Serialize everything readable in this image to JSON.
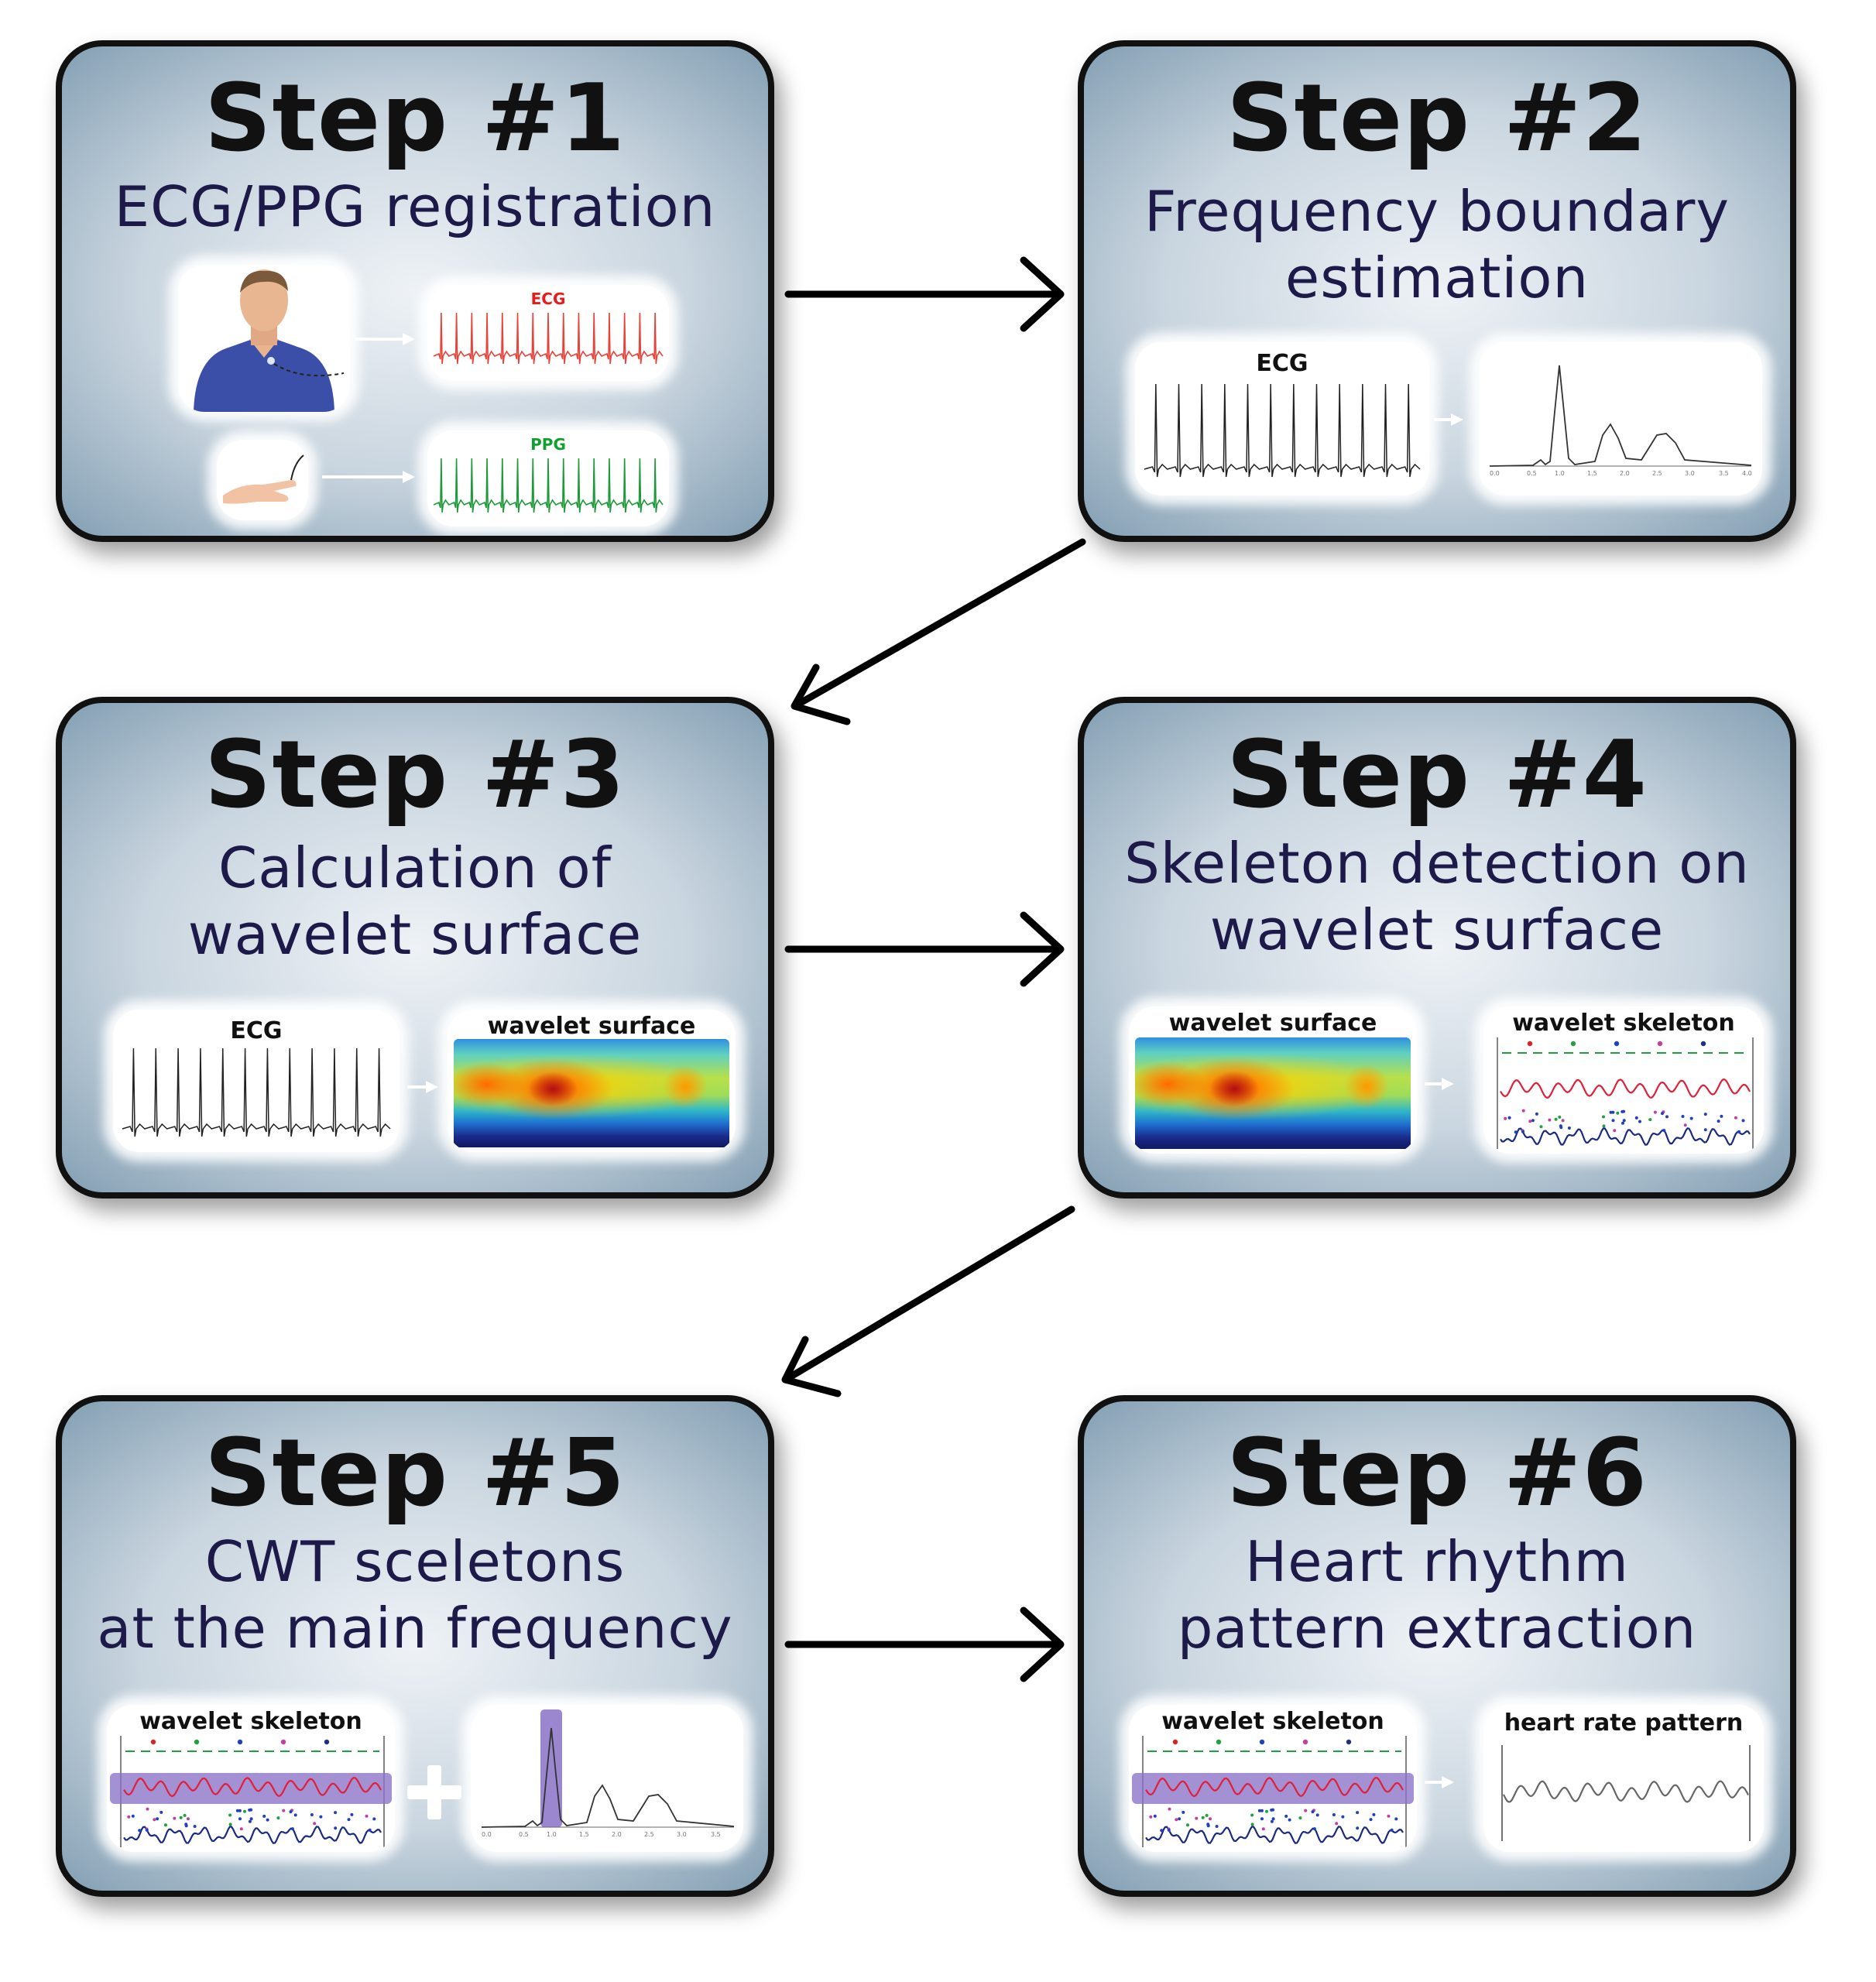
{
  "steps": [
    {
      "title": "Step #1",
      "subtitle": "ECG/PPG registration",
      "labels": {
        "ecg": "ECG",
        "ppg": "PPG"
      }
    },
    {
      "title": "Step #2",
      "subtitle": "Frequency boundary\nestimation",
      "labels": {
        "ecg": "ECG"
      }
    },
    {
      "title": "Step #3",
      "subtitle": "Calculation of\nwavelet surface",
      "labels": {
        "ecg": "ECG",
        "surface": "wavelet surface"
      }
    },
    {
      "title": "Step #4",
      "subtitle": "Skeleton detection on\nwavelet surface",
      "labels": {
        "surface": "wavelet surface",
        "skeleton": "wavelet skeleton"
      }
    },
    {
      "title": "Step #5",
      "subtitle": "CWT sceletons\nat the main frequency",
      "labels": {
        "skeleton": "wavelet skeleton"
      }
    },
    {
      "title": "Step #6",
      "subtitle": "Heart rhythm\npattern extraction",
      "labels": {
        "skeleton": "wavelet skeleton",
        "pattern": "heart rate pattern"
      }
    }
  ],
  "colors": {
    "ecg_trace": "#e8433a",
    "ppg_trace": "#1f9a3a",
    "ppg_label": "#10a030",
    "ecg_label": "#e81a1a",
    "highlight": "#8a72c8",
    "title_text": "#111111",
    "subtitle_text": "#1d1a4a"
  },
  "icons": [
    "person-with-sensor-icon",
    "hand-with-sensor-icon",
    "plus-icon"
  ]
}
